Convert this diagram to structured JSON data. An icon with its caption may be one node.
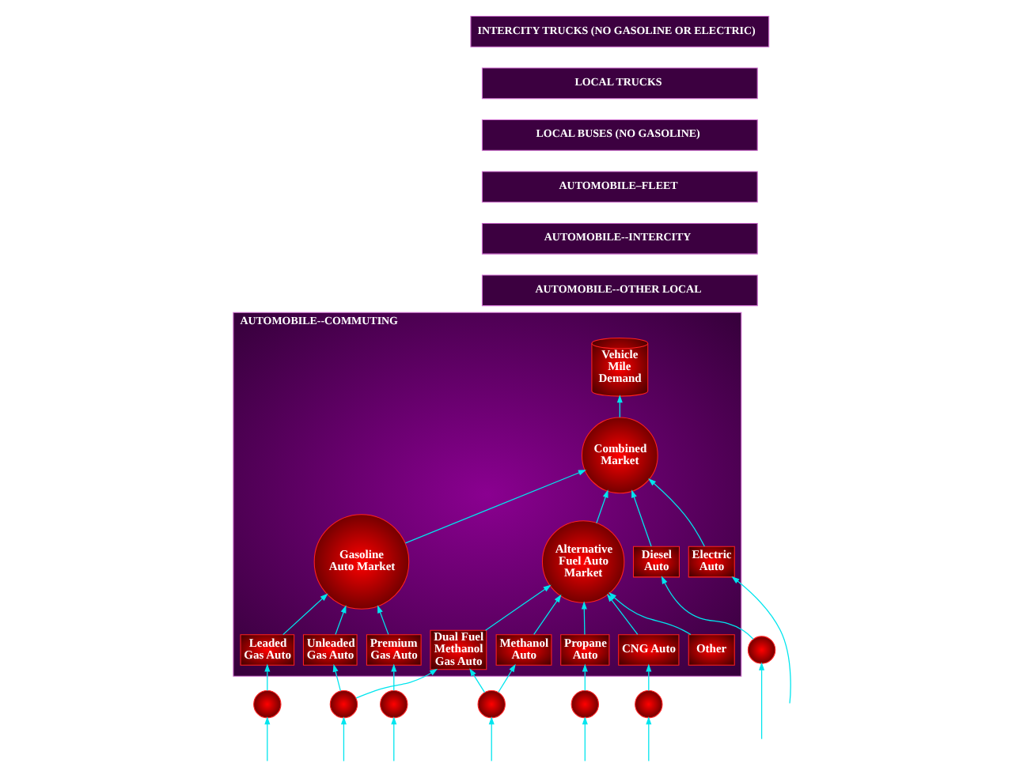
{
  "diagram": {
    "nodes": [
      {
        "text": [
          "INTERCITY TRUCKS (NO GASOLINE OR ELECTRIC)"
        ]
      },
      {
        "text": [
          "LOCAL TRUCKS"
        ]
      },
      {
        "text": [
          "LOCAL BUSES (NO GASOLINE)"
        ]
      },
      {
        "text": [
          "AUTOMOBILE–FLEET"
        ]
      },
      {
        "text": [
          "AUTOMOBILE--INTERCITY"
        ]
      },
      {
        "text": [
          "AUTOMOBILE--OTHER LOCAL"
        ]
      },
      {
        "text": [
          "AUTOMOBILE--COMMUTING"
        ]
      },
      {
        "text": [
          "Vehicle Mile Demand"
        ],
        "in": 6
      },
      {
        "text": [
          "Combined Market"
        ],
        "in": 6
      },
      {
        "text": [
          "Gasoline Auto Market"
        ],
        "in": 6
      },
      {
        "text": [
          "Diesel Auto"
        ],
        "in": 6
      },
      {
        "text": [
          "Electric Auto"
        ],
        "in": 6
      },
      {
        "text": [
          "Alternative Fuel Auto Market"
        ],
        "in": 6
      },
      {
        "text": [
          "Leaded Gas Auto"
        ],
        "in": 6
      },
      {
        "text": [
          "Unleaded Gas Auto"
        ],
        "in": 6
      },
      {
        "text": [
          "Premium Gas Auto"
        ],
        "in": 6
      },
      {
        "text": [
          "Methanol Auto"
        ],
        "in": 6
      },
      {
        "text": [
          "Dual Fuel Methanol Gas Auto"
        ],
        "in": 6
      },
      {
        "text": [
          "Propane Auto"
        ],
        "in": 6
      },
      {
        "text": [
          "CNG Auto"
        ],
        "in": 6
      },
      {
        "text": [
          "Other"
        ],
        "in": 6
      },
      {
        "text": [],
        "shape": "circle"
      },
      {
        "text": [],
        "shape": "circle"
      },
      {
        "text": [],
        "shape": "circle"
      },
      {
        "text": [],
        "shape": "circle"
      },
      {
        "text": [],
        "shape": "circle"
      },
      {
        "text": [],
        "shape": "circle"
      },
      {
        "text": [],
        "shape": "circle"
      }
    ],
    "edges": [
      {
        "from": 8,
        "to": 7,
        "arrow": "to"
      },
      {
        "from": 9,
        "to": 8,
        "arrow": "to"
      },
      {
        "from": 10,
        "to": 8,
        "arrow": "to"
      },
      {
        "from": 11,
        "to": 8,
        "arrow": "to"
      },
      {
        "from": 12,
        "to": 8,
        "arrow": "to"
      },
      {
        "from": 13,
        "to": 9,
        "arrow": "to"
      },
      {
        "from": 14,
        "to": 9,
        "arrow": "to"
      },
      {
        "from": 15,
        "to": 9,
        "arrow": "to"
      },
      {
        "from": 16,
        "to": 12,
        "arrow": "to"
      },
      {
        "from": 17,
        "to": 12,
        "arrow": "to"
      },
      {
        "from": 18,
        "to": 12,
        "arrow": "to"
      },
      {
        "from": 19,
        "to": 12,
        "arrow": "to"
      },
      {
        "from": 20,
        "to": 12,
        "arrow": "to"
      },
      {
        "from": 21,
        "to": 13,
        "arrow": "to"
      },
      {
        "from": 22,
        "to": 14,
        "arrow": "to"
      },
      {
        "from": 22,
        "to": 17,
        "arrow": "to"
      },
      {
        "from": 23,
        "to": 15,
        "arrow": "to"
      },
      {
        "from": 24,
        "to": 16,
        "arrow": "to"
      },
      {
        "from": 24,
        "to": 17,
        "arrow": "to"
      },
      {
        "from": 25,
        "to": 18,
        "arrow": "to"
      },
      {
        "from": 26,
        "to": 19,
        "arrow": "to"
      },
      {
        "from": 27,
        "to": 10,
        "arrow": "to"
      },
      {
        "from": null,
        "to": 11,
        "arrow": "to"
      },
      {
        "from": null,
        "to": 21,
        "arrow": "to"
      },
      {
        "from": null,
        "to": 22,
        "arrow": "to"
      },
      {
        "from": null,
        "to": 23,
        "arrow": "to"
      },
      {
        "from": null,
        "to": 24,
        "arrow": "to"
      },
      {
        "from": null,
        "to": 25,
        "arrow": "to"
      },
      {
        "from": null,
        "to": 26,
        "arrow": "to"
      },
      {
        "from": null,
        "to": 27,
        "arrow": "to"
      }
    ]
  }
}
